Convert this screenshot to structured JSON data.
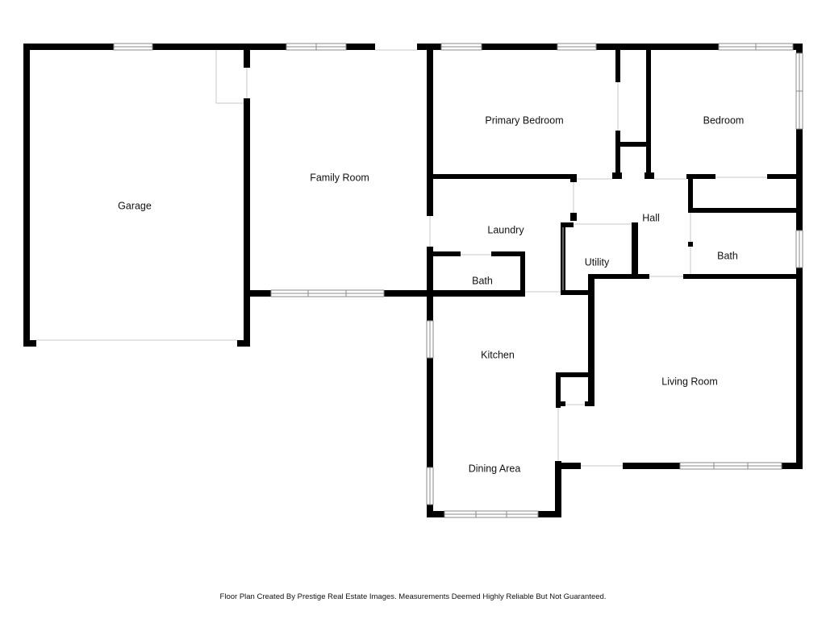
{
  "rooms": {
    "garage": "Garage",
    "family_room": "Family Room",
    "primary_bedroom": "Primary Bedroom",
    "bedroom": "Bedroom",
    "laundry": "Laundry",
    "hall": "Hall",
    "utility": "Utility",
    "bath_left": "Bath",
    "bath_right": "Bath",
    "kitchen": "Kitchen",
    "living_room": "Living Room",
    "dining_area": "Dining Area"
  },
  "footer": {
    "credit": "Floor Plan Created By Prestige Real Estate Images. Measurements Deemed Highly Reliable But Not Guaranteed."
  }
}
